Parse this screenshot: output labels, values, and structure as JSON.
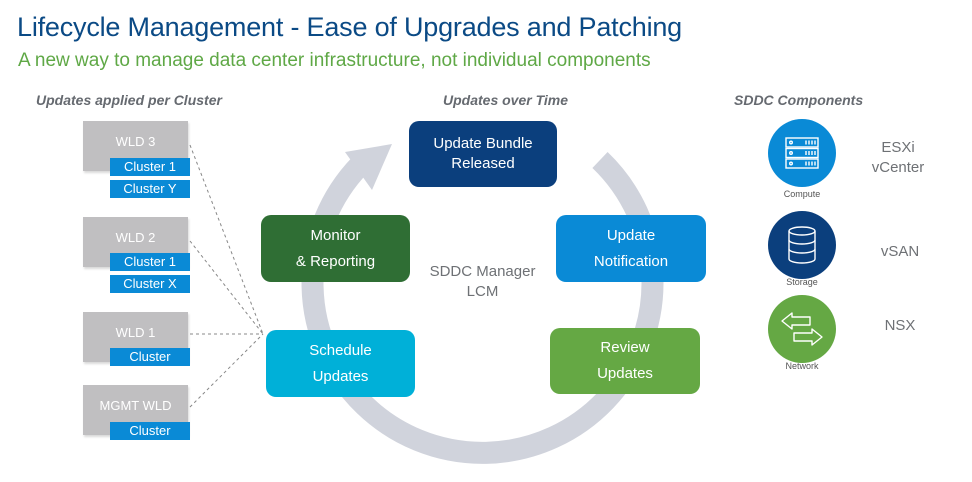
{
  "header": {
    "title": "Lifecycle Management - Ease of Upgrades and Patching",
    "subtitle": "A new way to manage data center infrastructure, not individual components"
  },
  "left": {
    "heading": "Updates applied per Cluster",
    "workloads": [
      {
        "name": "WLD 3",
        "clusters": [
          "Cluster 1",
          "Cluster Y"
        ]
      },
      {
        "name": "WLD 2",
        "clusters": [
          "Cluster 1",
          "Cluster X"
        ]
      },
      {
        "name": "WLD 1",
        "clusters": [
          "Cluster"
        ]
      },
      {
        "name": "MGMT WLD",
        "clusters": [
          "Cluster"
        ]
      }
    ]
  },
  "center": {
    "heading": "Updates over Time",
    "hub_line1": "SDDC Manager",
    "hub_line2": "LCM",
    "steps": [
      {
        "line1": "Update Bundle",
        "line2": "Released",
        "color": "#0b3f7d"
      },
      {
        "line1": "Update",
        "line2": "Notification",
        "color": "#0a8ad6"
      },
      {
        "line1": "Review",
        "line2": "Updates",
        "color": "#65a844"
      },
      {
        "line1": "Schedule",
        "line2": "Updates",
        "color": "#00b0d8"
      },
      {
        "line1": "Monitor",
        "line2": "& Reporting",
        "color": "#2f6e34"
      }
    ],
    "cycle_color": "#d0d3dc"
  },
  "right": {
    "heading": "SDDC Components",
    "components": [
      {
        "icon": "server-rack-icon",
        "caption": "Compute",
        "names": [
          "ESXi",
          "vCenter"
        ],
        "color": "#0a8ad6"
      },
      {
        "icon": "database-icon",
        "caption": "Storage",
        "names": [
          "vSAN"
        ],
        "color": "#0b3f7d"
      },
      {
        "icon": "exchange-arrows-icon",
        "caption": "Network",
        "names": [
          "NSX"
        ],
        "color": "#65a844"
      }
    ]
  }
}
